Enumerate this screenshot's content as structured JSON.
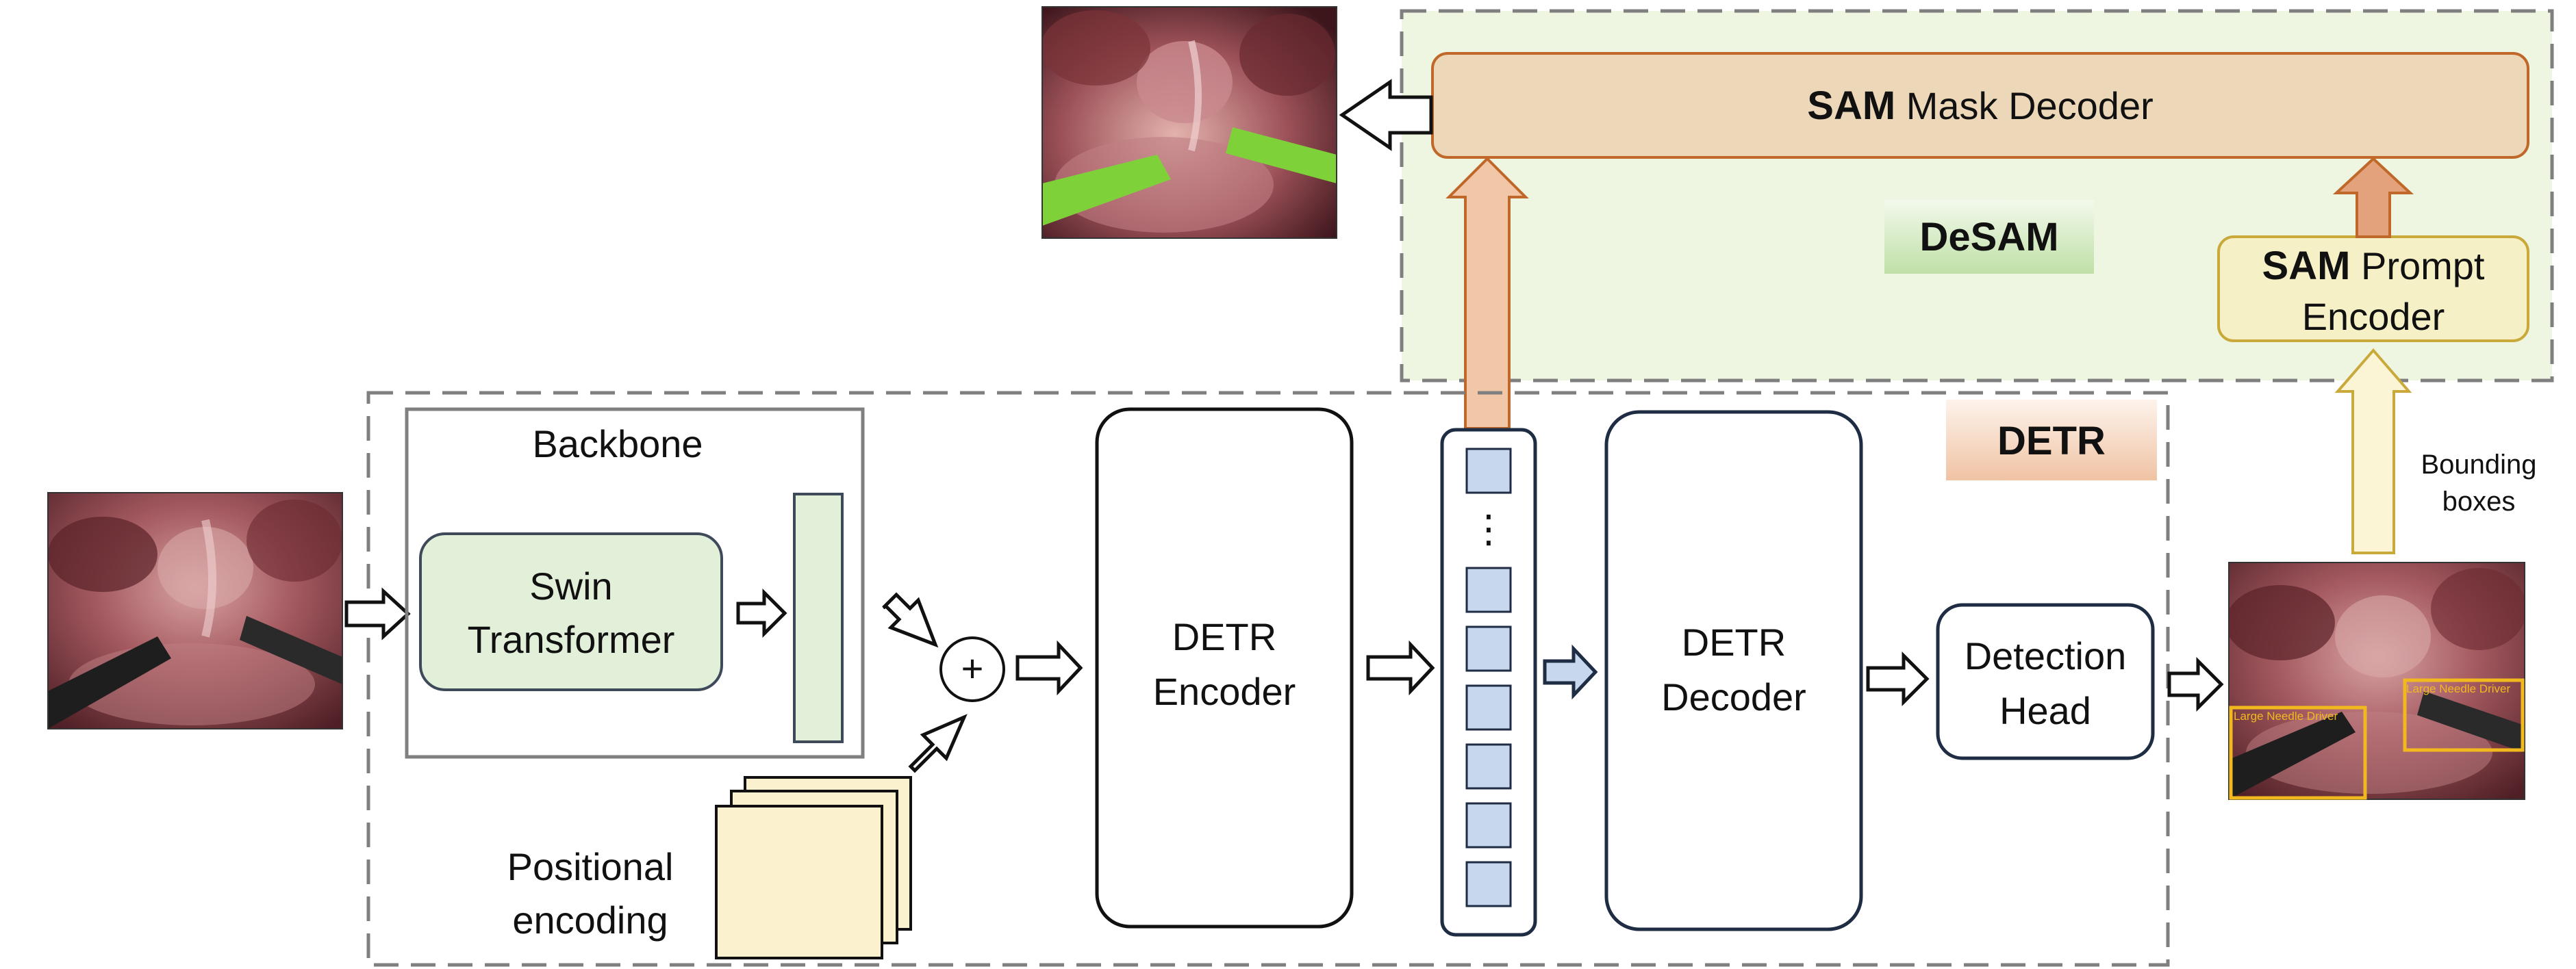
{
  "sam_mask_decoder": {
    "bold": "SAM",
    "rest": " Mask Decoder"
  },
  "desam_title": "DeSAM",
  "sam_prompt_encoder": {
    "bold": "SAM",
    "rest": " Prompt",
    "line2": "Encoder"
  },
  "bounding_boxes": {
    "line1": "Bounding",
    "line2": "boxes"
  },
  "detr_title": "DETR",
  "backbone_label": "Backbone",
  "swin": {
    "line1": "Swin",
    "line2": "Transformer"
  },
  "plus_symbol": "+",
  "positional_encoding": {
    "line1": "Positional",
    "line2": "encoding"
  },
  "detr_encoder": {
    "line1": "DETR",
    "line2": "Encoder"
  },
  "token_ellipsis": "⋮",
  "detr_decoder": {
    "line1": "DETR",
    "line2": "Decoder"
  },
  "detection_head": {
    "line1": "Detection",
    "line2": "Head"
  },
  "detections": {
    "label_left": "Large Needle Driver",
    "label_right": "Large Needle Driver"
  },
  "colors": {
    "desam_region": "#eef5e0",
    "sam_box_fill": "#ecd7b8",
    "sam_box_stroke": "#c0682a",
    "prompt_fill": "#f5f0c6",
    "prompt_stroke": "#c9a93a",
    "swin_fill": "#e2efd9",
    "token_fill": "#c7d7ee",
    "pos_enc_fill": "#fcf1cf",
    "detection_box": "#f2b91f",
    "mask_green": "#7fd13a"
  }
}
